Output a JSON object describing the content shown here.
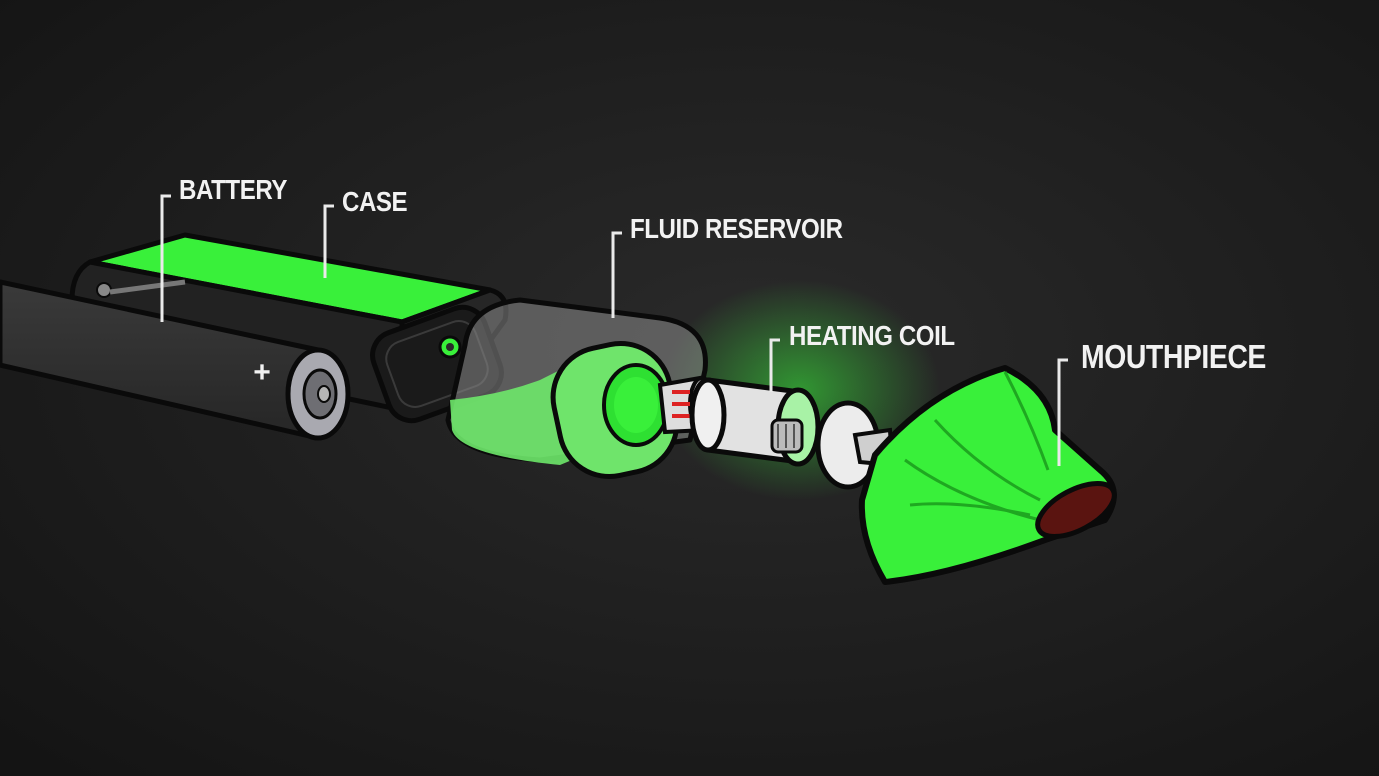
{
  "labels": {
    "battery": "BATTERY",
    "case": "CASE",
    "fluid_reservoir": "FLUID RESERVOIR",
    "heating_coil": "HEATING COIL",
    "mouthpiece": "MOUTHPIECE",
    "plus_sign": "+"
  },
  "colors": {
    "background": "#1c1c1c",
    "accent_green": "#39f03a",
    "outline": "#0a0a0a",
    "label_text": "#f2f2f2"
  }
}
